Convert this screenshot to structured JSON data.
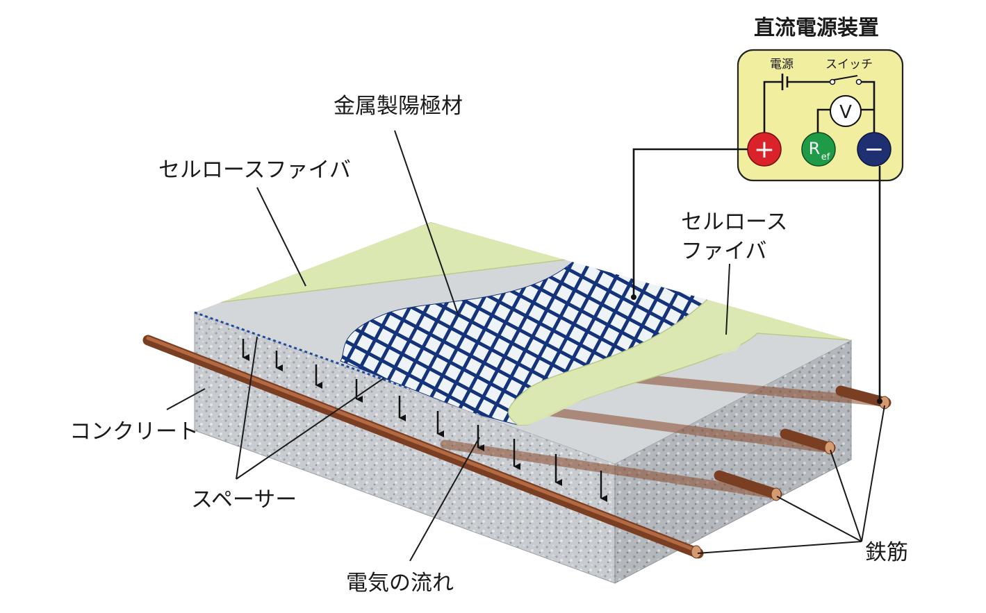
{
  "labels": {
    "power_supply_title": "直流電源装置",
    "anode": "金属製陽極材",
    "cellulose_left": "セルロースファイバ",
    "cellulose_right_line1": "セルロース",
    "cellulose_right_line2": "ファイバ",
    "concrete": "コンクリート",
    "spacer": "スペーサー",
    "current_flow": "電気の流れ",
    "rebar": "鉄筋"
  },
  "power_box": {
    "source_label": "電源",
    "switch_label": "スイッチ",
    "plus_symbol": "+",
    "ref_main": "R",
    "ref_sub": "ef",
    "minus_symbol": "−",
    "voltmeter": "V"
  },
  "colors": {
    "panel_yellow": "#f2eea0",
    "plus_red": "#d9222a",
    "ref_green": "#1f9a46",
    "minus_navy": "#1e2f72",
    "cellulose_green": "#dce8b2",
    "mesh_blue": "#15337a",
    "concrete_gray": "#c9ccd0",
    "rebar_brown": "#8a4a2c"
  },
  "icons": [
    "plus-terminal-icon",
    "ref-terminal-icon",
    "minus-terminal-icon",
    "voltmeter-icon",
    "battery-icon",
    "switch-icon",
    "current-arrow-icon"
  ]
}
